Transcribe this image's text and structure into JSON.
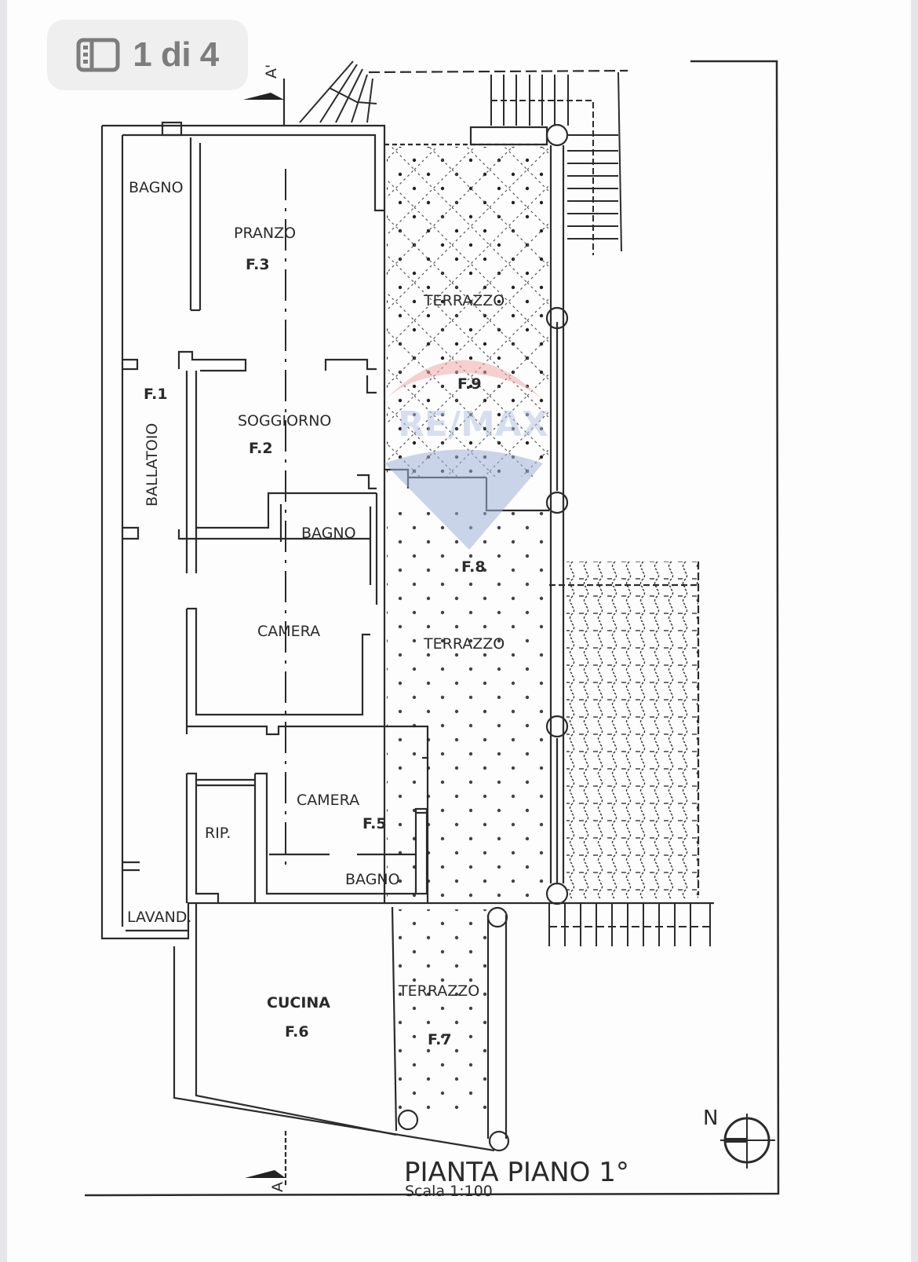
{
  "viewer": {
    "page_counter": "1 di 4",
    "page_icon": "sidebar-thumbnails-icon"
  },
  "plan": {
    "title": "PIANTA PIANO 1°",
    "scale": "Scala 1:100",
    "north_label": "N",
    "section_top": "A'",
    "section_bottom": "A",
    "watermark": "RE/MAX",
    "rooms": {
      "bagno_top": "BAGNO",
      "pranzo": "PRANZO",
      "f3": "F.3",
      "terrazzo_top": "TERRAZZO",
      "f9": "F.9",
      "f1": "F.1",
      "ballatoio": "BALLATOIO",
      "soggiorno": "SOGGIORNO",
      "f2": "F.2",
      "bagno_mid": "BAGNO",
      "f8": "F.8",
      "camera_1": "CAMERA",
      "terrazzo_mid": "TERRAZZO",
      "camera_2": "CAMERA",
      "f5": "F.5",
      "rip": "RIP.",
      "bagno_low": "BAGNO",
      "lavand": "LAVAND.",
      "cucina": "CUCINA",
      "f6": "F.6",
      "terrazzo_low": "TERRAZZO",
      "f7": "F.7"
    }
  }
}
